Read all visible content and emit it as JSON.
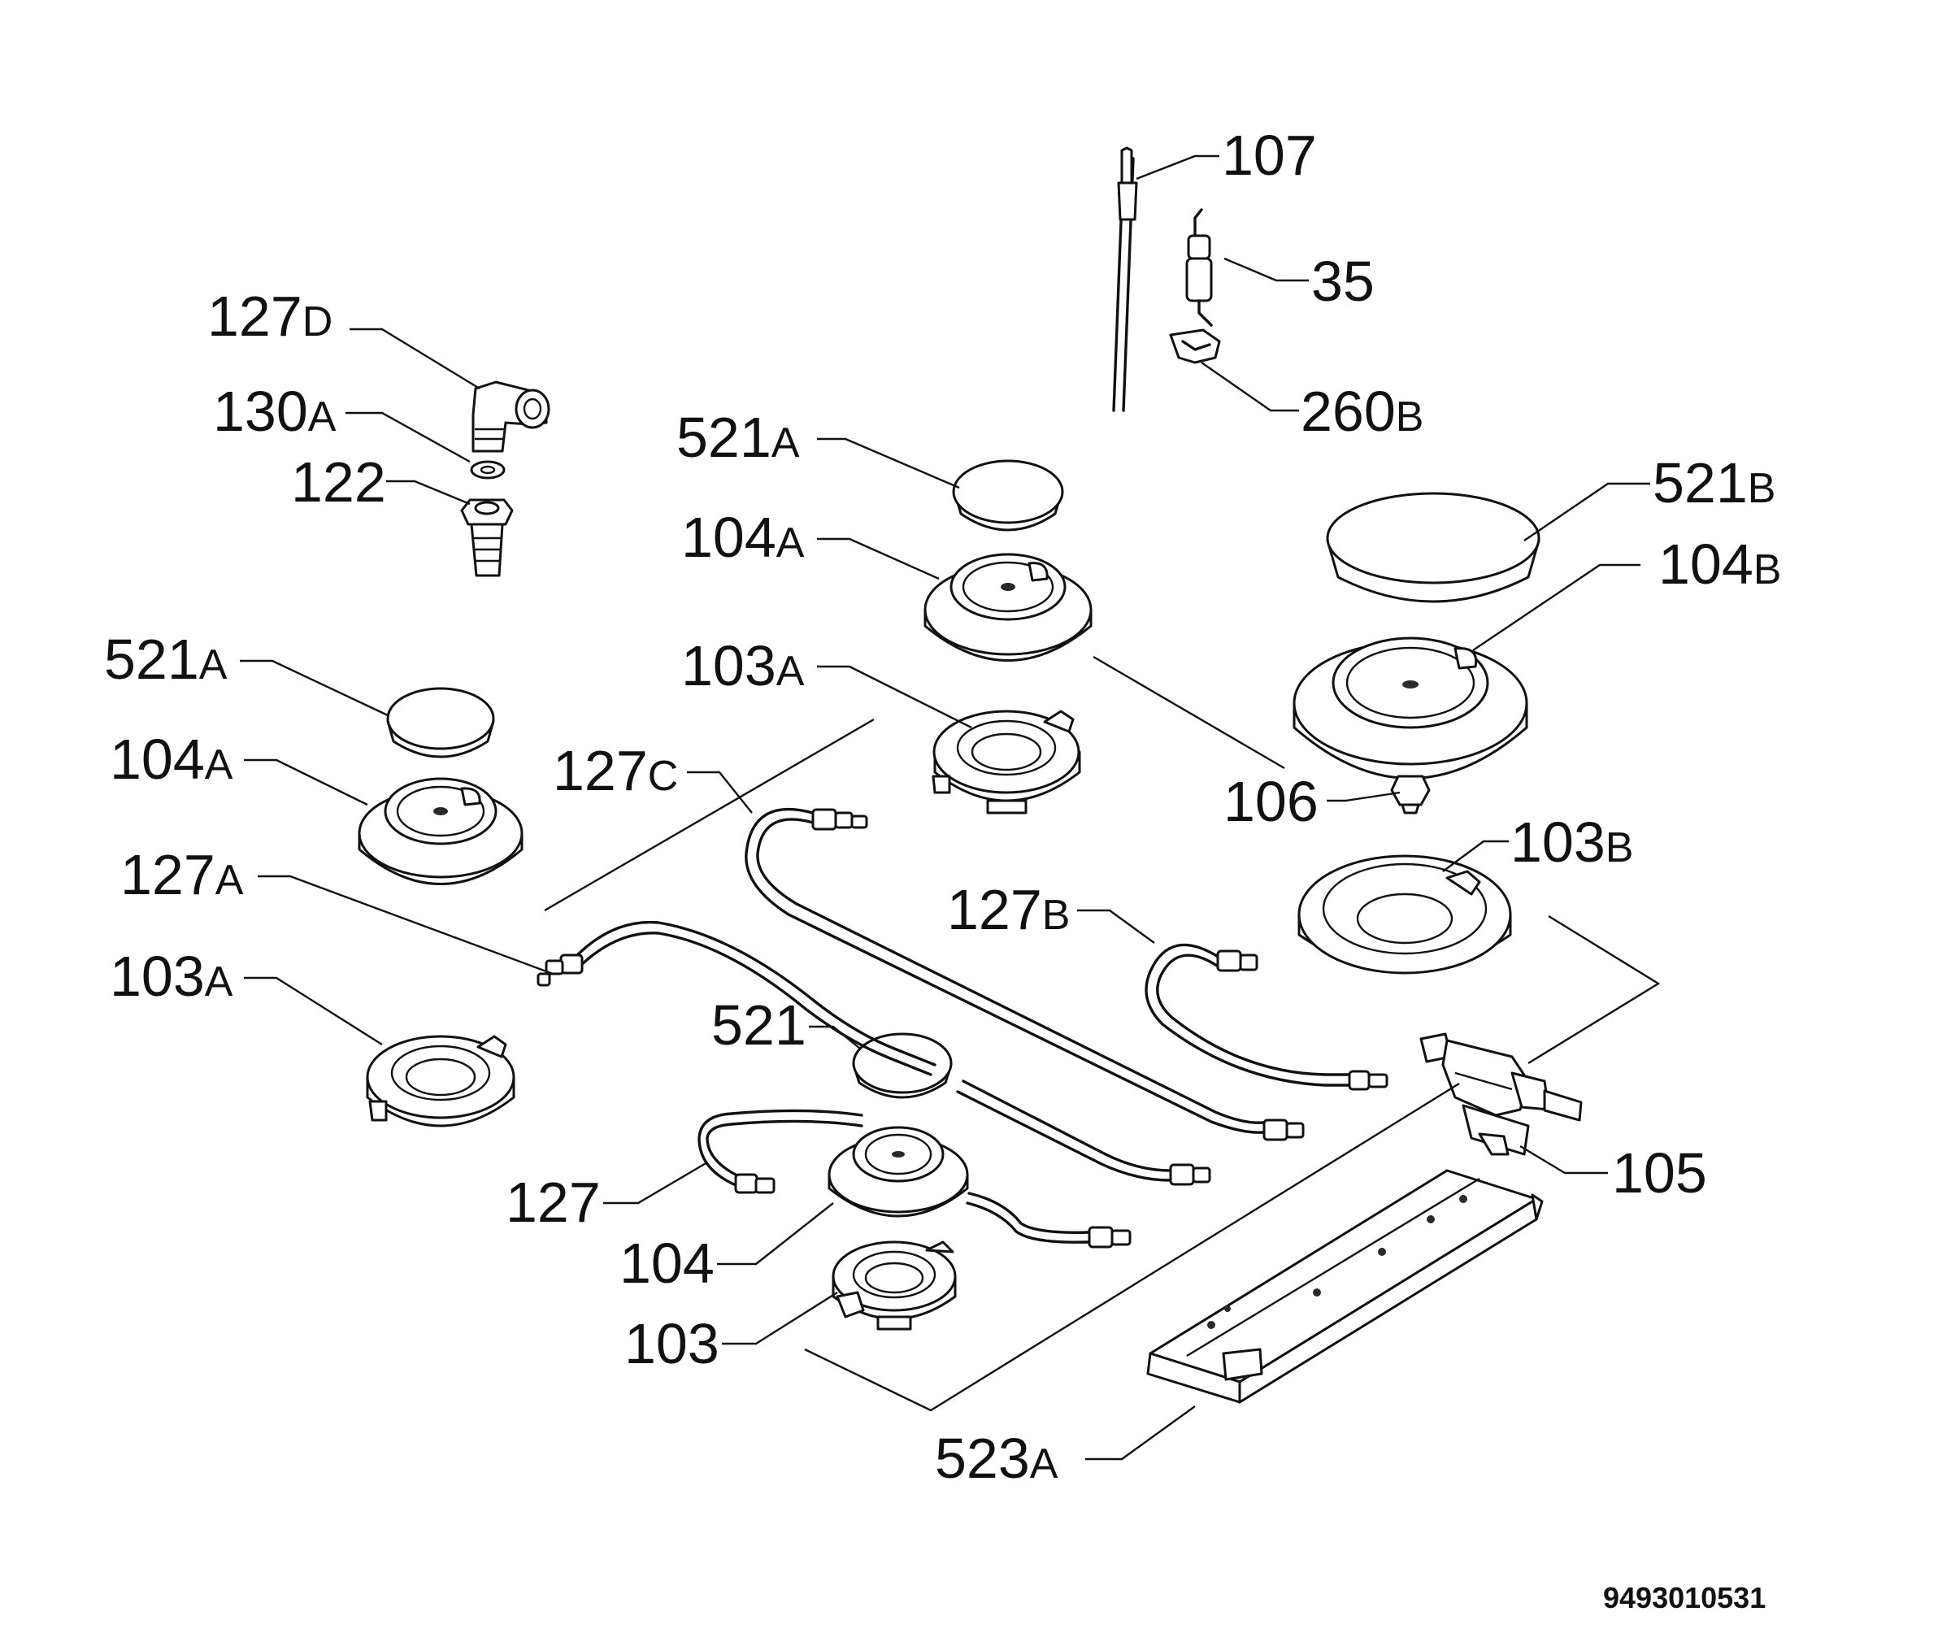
{
  "diagram": {
    "drawing_number": "9493010531",
    "labels": [
      {
        "id": "107",
        "num": "107",
        "suffix": ""
      },
      {
        "id": "35",
        "num": "35",
        "suffix": ""
      },
      {
        "id": "260b",
        "num": "260",
        "suffix": "B"
      },
      {
        "id": "127d",
        "num": "127",
        "suffix": "D"
      },
      {
        "id": "130a",
        "num": "130",
        "suffix": "A"
      },
      {
        "id": "122",
        "num": "122",
        "suffix": ""
      },
      {
        "id": "521a-center",
        "num": "521",
        "suffix": "A"
      },
      {
        "id": "104a-center",
        "num": "104",
        "suffix": "A"
      },
      {
        "id": "521b",
        "num": "521",
        "suffix": "B"
      },
      {
        "id": "104b",
        "num": "104",
        "suffix": "B"
      },
      {
        "id": "521a-left",
        "num": "521",
        "suffix": "A"
      },
      {
        "id": "103a-center",
        "num": "103",
        "suffix": "A"
      },
      {
        "id": "104a-left",
        "num": "104",
        "suffix": "A"
      },
      {
        "id": "127c",
        "num": "127",
        "suffix": "C"
      },
      {
        "id": "106",
        "num": "106",
        "suffix": ""
      },
      {
        "id": "103b",
        "num": "103",
        "suffix": "B"
      },
      {
        "id": "127a",
        "num": "127",
        "suffix": "A"
      },
      {
        "id": "127b",
        "num": "127",
        "suffix": "B"
      },
      {
        "id": "103a-left",
        "num": "103",
        "suffix": "A"
      },
      {
        "id": "521",
        "num": "521",
        "suffix": ""
      },
      {
        "id": "105",
        "num": "105",
        "suffix": ""
      },
      {
        "id": "127",
        "num": "127",
        "suffix": ""
      },
      {
        "id": "104",
        "num": "104",
        "suffix": ""
      },
      {
        "id": "103",
        "num": "103",
        "suffix": ""
      },
      {
        "id": "523a",
        "num": "523",
        "suffix": "A"
      }
    ]
  }
}
